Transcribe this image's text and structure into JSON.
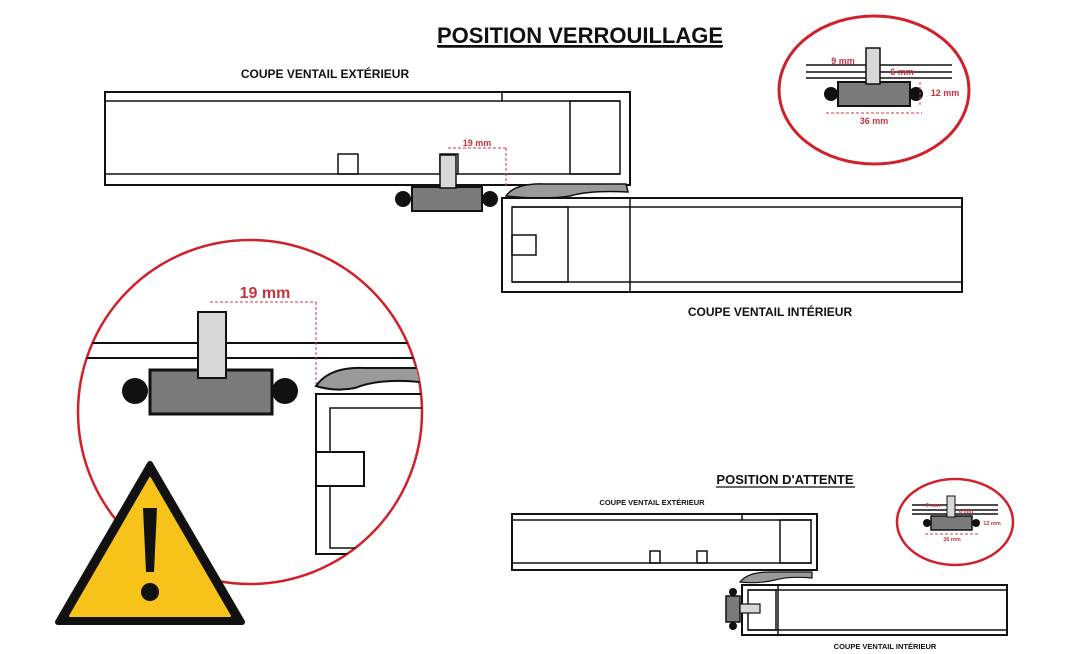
{
  "titles": {
    "main": "POSITION VERROUILLAGE",
    "waiting": "POSITION D'ATTENTE"
  },
  "labels": {
    "exterior": "COUPE VENTAIL EXTÉRIEUR",
    "interior": "COUPE VENTAIL INTÉRIEUR"
  },
  "dimensions": {
    "gap": "19 mm",
    "pin_top": "9 mm",
    "pin_width": "6 mm",
    "block_height": "12 mm",
    "block_width": "36 mm"
  },
  "colors": {
    "accent_red": "#d0202a",
    "dim_red": "#c8323c",
    "block_gray": "#7a7a7a",
    "warning_yellow": "#f7c21a",
    "glow_yellow": "#fff3b0"
  },
  "icons": [
    "warning-triangle-icon"
  ]
}
